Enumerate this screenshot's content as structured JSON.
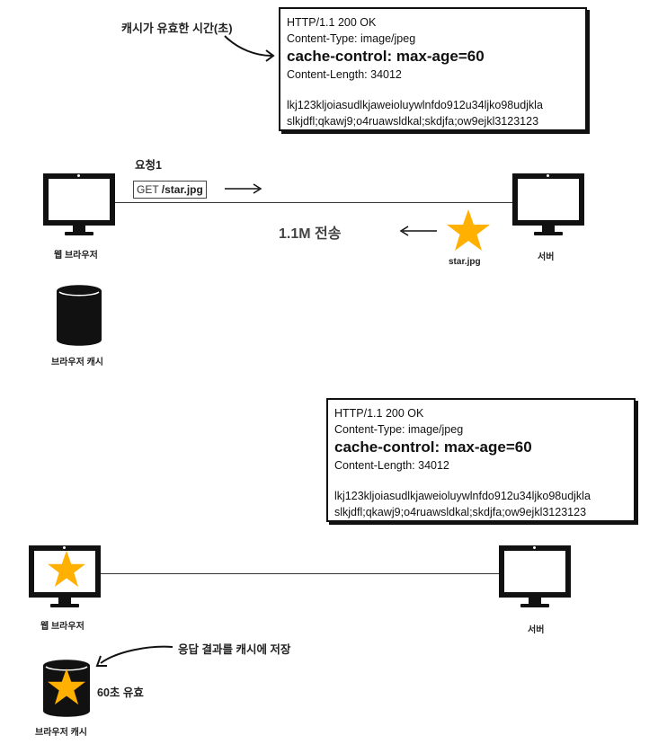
{
  "top": {
    "annotation": "캐시가 유효한 시간(초)",
    "response": {
      "status_line": "HTTP/1.1 200 OK",
      "content_type": "Content-Type: image/jpeg",
      "cache_control": "cache-control: max-age=60",
      "content_length": "Content-Length: 34012",
      "body_line1": "lkj123kljoiasudlkjaweioluywlnfdo912u34ljko98udjkla",
      "body_line2": "slkjdfl;qkawj9;o4ruawsldkal;skdjfa;ow9ejkl3123123"
    },
    "request_label": "요청1",
    "request_method": "GET ",
    "request_path": "/star.jpg",
    "transfer_label": "1.1M 전송",
    "star_label": "star.jpg",
    "browser_label": "웹 브라우저",
    "server_label": "서버",
    "cache_label": "브라우저 캐시"
  },
  "bottom": {
    "response": {
      "status_line": "HTTP/1.1 200 OK",
      "content_type": "Content-Type: image/jpeg",
      "cache_control": "cache-control: max-age=60",
      "content_length": "Content-Length: 34012",
      "body_line1": "lkj123kljoiasudlkjaweioluywlnfdo912u34ljko98udjkla",
      "body_line2": "slkjdfl;qkawj9;o4ruawsldkal;skdjfa;ow9ejkl3123123"
    },
    "browser_label": "웹 브라우저",
    "server_label": "서버",
    "store_annotation": "응답 결과를 캐시에 저장",
    "valid_label": "60초 유효",
    "cache_label": "브라우저 캐시"
  },
  "colors": {
    "star": "#FFB000",
    "ink": "#111111"
  }
}
